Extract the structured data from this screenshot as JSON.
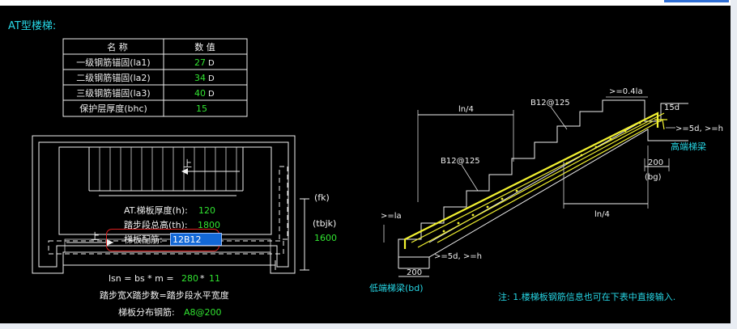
{
  "title": "AT型楼梯:",
  "param_table": {
    "headers": [
      "名 称",
      "数 值"
    ],
    "rows": [
      {
        "name": "一级钢筋锚固(la1)",
        "value": "27",
        "unit": "D"
      },
      {
        "name": "二级钢筋锚固(la2)",
        "value": "34",
        "unit": "D"
      },
      {
        "name": "三级钢筋锚固(la3)",
        "value": "40",
        "unit": "D"
      },
      {
        "name": "保护层厚度(bhc)",
        "value": "15",
        "unit": ""
      }
    ]
  },
  "plan": {
    "up_label_1": "上",
    "up_label_2": "上",
    "thickness_label": "AT.梯板厚度(h):",
    "thickness_value": "120",
    "height_label": "踏步段总高(th):",
    "height_value": "1800",
    "rebar_label": "梯板配筋:",
    "rebar_value": "12B12",
    "fk_label": "(fk)",
    "tbjk_label": "(tbjk)",
    "tbjk_value": "1600",
    "lsn_formula_prefix": "lsn = bs * m =",
    "lsn_bs": "280",
    "lsn_star": "*",
    "lsn_m": "11",
    "step_desc": "踏步宽X踏步数=踏步段水平宽度",
    "dist_label": "梯板分布钢筋:",
    "dist_value": "A8@200"
  },
  "section": {
    "ln4_top": "ln/4",
    "ln4_bottom": "ln/4",
    "b12_top": "B12@125",
    "b12_left": "B12@125",
    "la_top": ">=0.4la",
    "d15": "15d",
    "d5_right": ">=5d, >=h",
    "high_beam": "高端梯梁",
    "dim200_right": "200",
    "bg": "(bg)",
    "la_left": ">=la",
    "d5_left": ">=5d, >=h",
    "dim200_left": "200",
    "low_beam": "低端梯梁(bd)"
  },
  "note": "注: 1.楼梯板钢筋信息也可在下表中直接输入."
}
